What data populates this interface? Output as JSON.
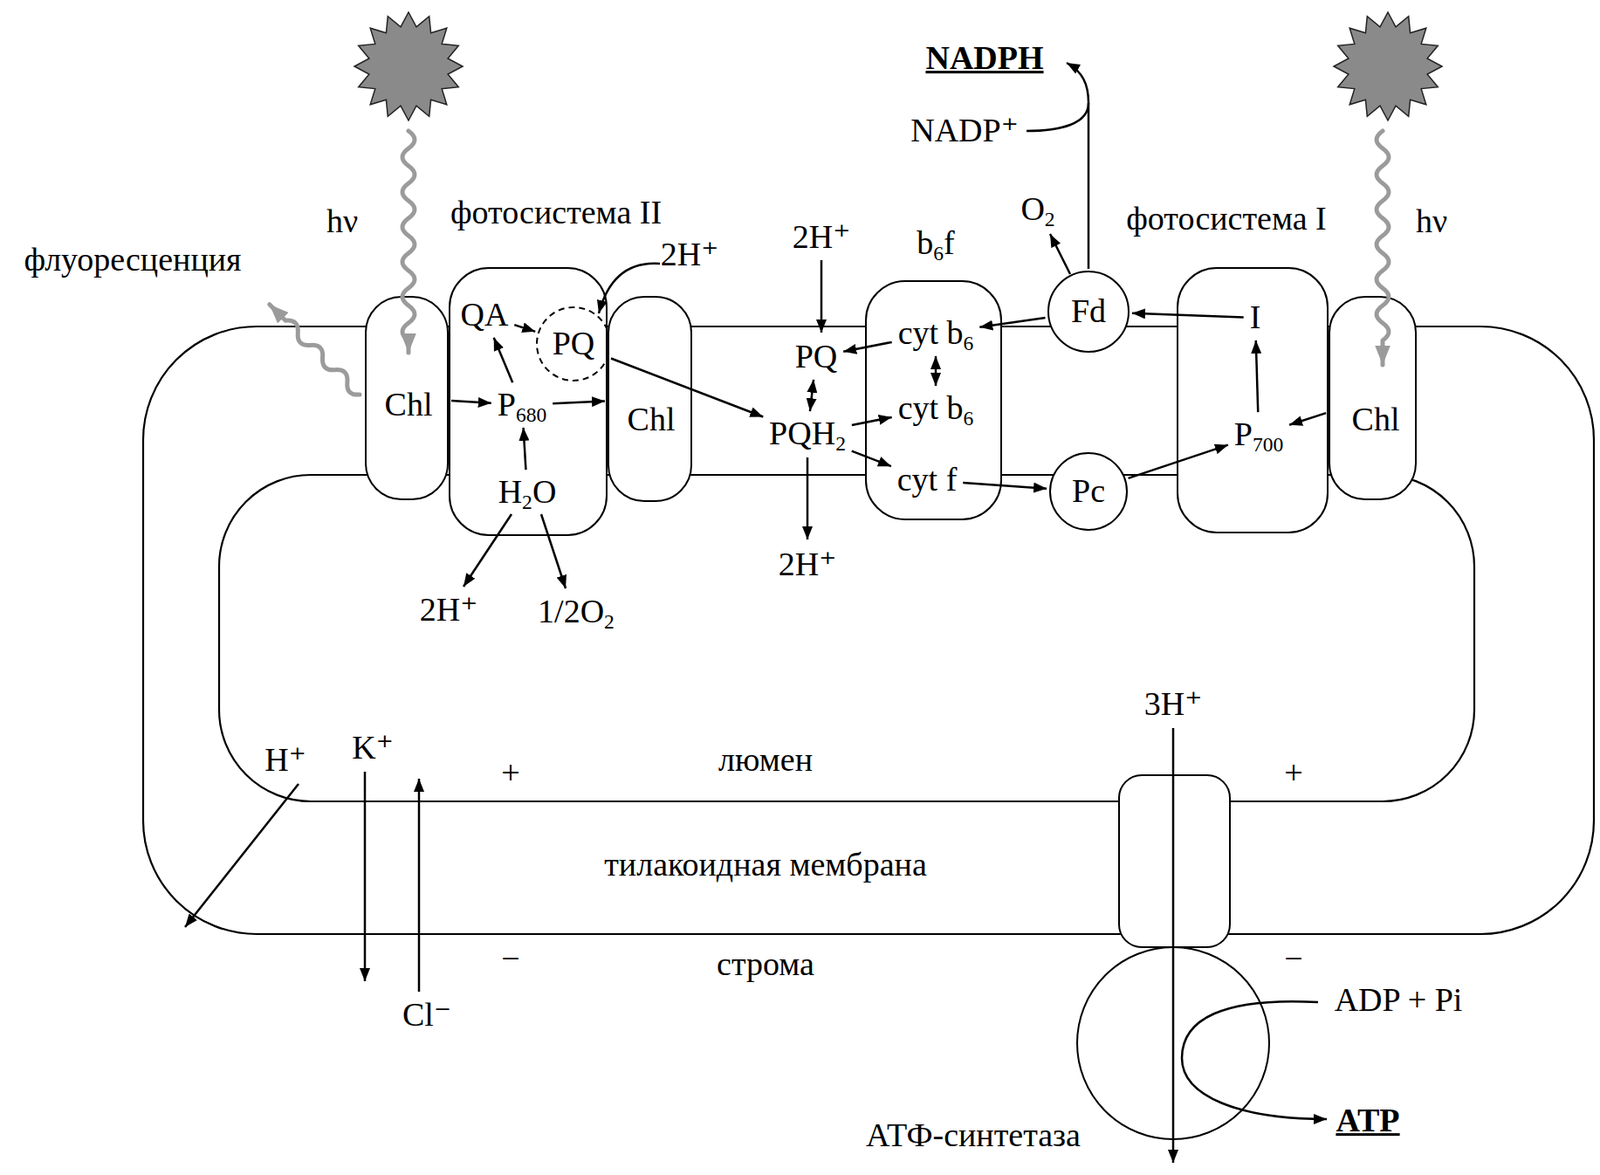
{
  "diagram": {
    "nodes": [
      {
        "text": [
          "Chl"
        ]
      },
      {
        "text": [
          "фотосистема II"
        ]
      },
      {
        "text": [
          "QA"
        ],
        "in": 1
      },
      {
        "text": [
          "PQ"
        ],
        "in": 1
      },
      {
        "text": [
          "P680"
        ],
        "in": 1
      },
      {
        "text": [
          "H2O"
        ],
        "in": 1
      },
      {
        "text": [
          "Chl"
        ]
      },
      {
        "text": [
          "PQ"
        ]
      },
      {
        "text": [
          "PQH2"
        ]
      },
      {
        "text": [
          "b6f"
        ]
      },
      {
        "text": [
          "cyt b6"
        ],
        "in": 9
      },
      {
        "text": [
          "cyt b6"
        ],
        "in": 9
      },
      {
        "text": [
          "cyt f"
        ],
        "in": 9
      },
      {
        "text": [
          "Fd"
        ]
      },
      {
        "text": [
          "Pc"
        ]
      },
      {
        "text": [
          "фотосистема I"
        ]
      },
      {
        "text": [
          "I"
        ],
        "in": 15
      },
      {
        "text": [
          "P700"
        ],
        "in": 15
      },
      {
        "text": [
          "Chl"
        ]
      },
      {
        "text": [
          "АТФ-синтетаза"
        ]
      }
    ],
    "edges": [
      {
        "from": 0,
        "to": 4,
        "arrow": "to"
      },
      {
        "from": 4,
        "to": 2,
        "arrow": "to"
      },
      {
        "from": 2,
        "to": 3,
        "arrow": "to"
      },
      {
        "from": 5,
        "to": 4,
        "arrow": "to"
      },
      {
        "from": 4,
        "to": 6,
        "arrow": "to"
      },
      {
        "from": 3,
        "to": 8,
        "arrow": "to"
      },
      {
        "from": 7,
        "to": 8,
        "arrow": "both"
      },
      {
        "from": 10,
        "to": 7,
        "arrow": "to"
      },
      {
        "from": 10,
        "to": 11,
        "arrow": "both"
      },
      {
        "from": 8,
        "to": 11,
        "arrow": "to"
      },
      {
        "from": 8,
        "to": 12,
        "arrow": "to"
      },
      {
        "from": 13,
        "to": 10,
        "arrow": "to"
      },
      {
        "from": 12,
        "to": 14,
        "arrow": "to"
      },
      {
        "from": 14,
        "to": 17,
        "arrow": "to"
      },
      {
        "from": 16,
        "to": 13,
        "arrow": "to"
      },
      {
        "from": 17,
        "to": 16,
        "arrow": "to"
      },
      {
        "from": 18,
        "to": 17,
        "arrow": "to"
      }
    ],
    "labels": [
      "hν",
      "флуоресценция",
      "2H⁺",
      "2H⁺",
      "O2",
      "NADPH",
      "NADP⁺",
      "hν",
      "2H⁺",
      "2H⁺",
      "1/2O2",
      "H⁺",
      "K⁺",
      "+",
      "люмен",
      "+",
      "3H⁺",
      "тилакоидная мембрана",
      "−",
      "−",
      "строма",
      "Cl⁻",
      "ADP + Pi",
      "ATP"
    ]
  }
}
